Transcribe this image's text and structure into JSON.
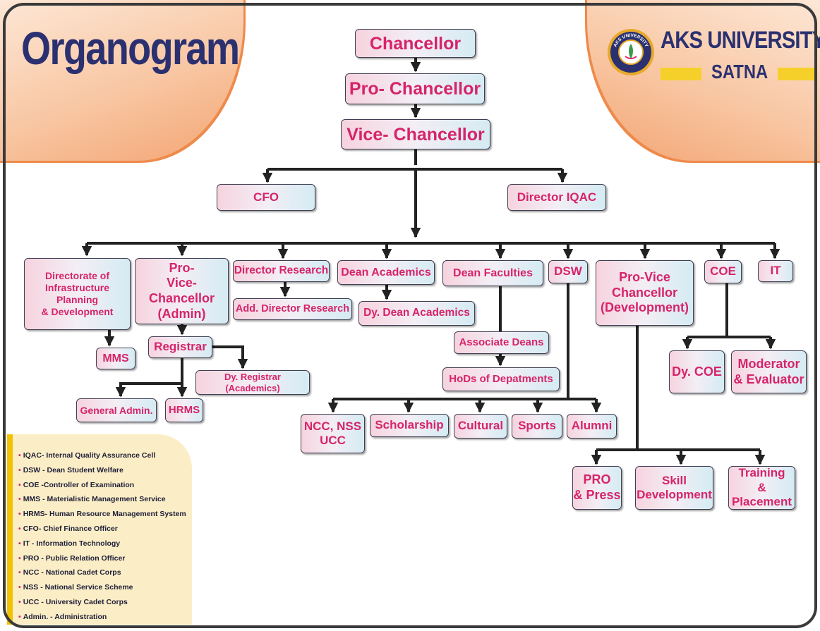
{
  "header": {
    "title": "Organogram",
    "brand_name": "AKS UNIVERSITY",
    "brand_city": "SATNA",
    "logo_text_top": "AKS UNIVERSITY",
    "logo_text_bottom": "SATNA"
  },
  "colors": {
    "title": "#2b3170",
    "node_text": "#d6246a",
    "accent_orange": "#ee8a4b",
    "accent_yellow": "#f6d02a",
    "connector": "#222222"
  },
  "nodes": {
    "chancellor": "Chancellor",
    "pro_chancellor": "Pro- Chancellor",
    "vice_chancellor": "Vice- Chancellor",
    "cfo": "CFO",
    "director_iqac": "Director IQAC",
    "dipd": "Directorate of\nInfrastructure Planning\n& Development",
    "pvc_admin": "Pro-\nVice-Chancellor\n(Admin)",
    "director_research": "Director Research",
    "add_director_research": "Add. Director Research",
    "dean_academics": "Dean Academics",
    "dy_dean_academics": "Dy. Dean Academics",
    "dean_faculties": "Dean Faculties",
    "associate_deans": "Associate Deans",
    "hods": "HoDs of Depatments",
    "dsw": "DSW",
    "pvc_development": "Pro-Vice\nChancellor\n(Development)",
    "coe": "COE",
    "it": "IT",
    "mms": "MMS",
    "registrar": "Registrar",
    "dy_registrar": "Dy. Registrar (Academics)",
    "general_admin": "General Admin.",
    "hrms": "HRMS",
    "ncc_nss_ucc": "NCC, NSS\nUCC",
    "scholarship": "Scholarship",
    "cultural": "Cultural",
    "sports": "Sports",
    "alumni": "Alumni",
    "dy_coe": "Dy. COE",
    "moderator": "Moderator\n& Evaluator",
    "pro_press": "PRO\n& Press",
    "skill_development": "Skill\nDevelopment",
    "training_placement": "Training\n& Placement"
  },
  "legend": [
    "IQAC- Internal Quality Assurance Cell",
    "DSW - Dean Student Welfare",
    "COE -Controller of Examination",
    "MMS - Materialistic Management Service",
    "HRMS- Human Resource Management System",
    "CFO- Chief Finance Officer",
    "IT - Information Technology",
    "PRO - Public Relation Officer",
    "NCC - National Cadet Corps",
    "NSS - National Service Scheme",
    "UCC - University Cadet Corps",
    "Admin. - Administration"
  ]
}
